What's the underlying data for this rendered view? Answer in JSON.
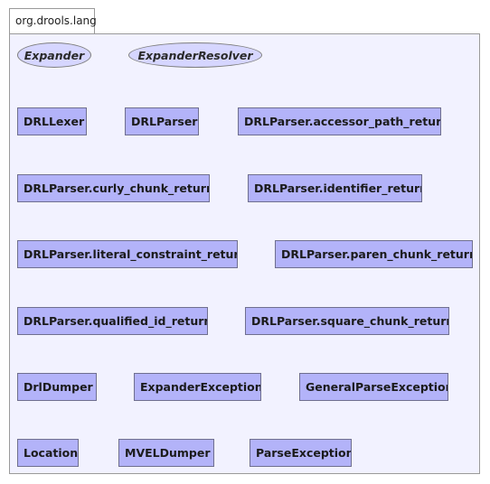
{
  "package": {
    "name": "org.drools.lang"
  },
  "interfaces": [
    {
      "label": "Expander"
    },
    {
      "label": "ExpanderResolver"
    }
  ],
  "classes": [
    {
      "label": "DRLLexer"
    },
    {
      "label": "DRLParser"
    },
    {
      "label": "DRLParser.accessor_path_return"
    },
    {
      "label": "DRLParser.curly_chunk_return"
    },
    {
      "label": "DRLParser.identifier_return"
    },
    {
      "label": "DRLParser.literal_constraint_return"
    },
    {
      "label": "DRLParser.paren_chunk_return"
    },
    {
      "label": "DRLParser.qualified_id_return"
    },
    {
      "label": "DRLParser.square_chunk_return"
    },
    {
      "label": "DrlDumper"
    },
    {
      "label": "ExpanderException"
    },
    {
      "label": "GeneralParseException"
    },
    {
      "label": "Location"
    },
    {
      "label": "MVELDumper"
    },
    {
      "label": "ParseException"
    }
  ]
}
